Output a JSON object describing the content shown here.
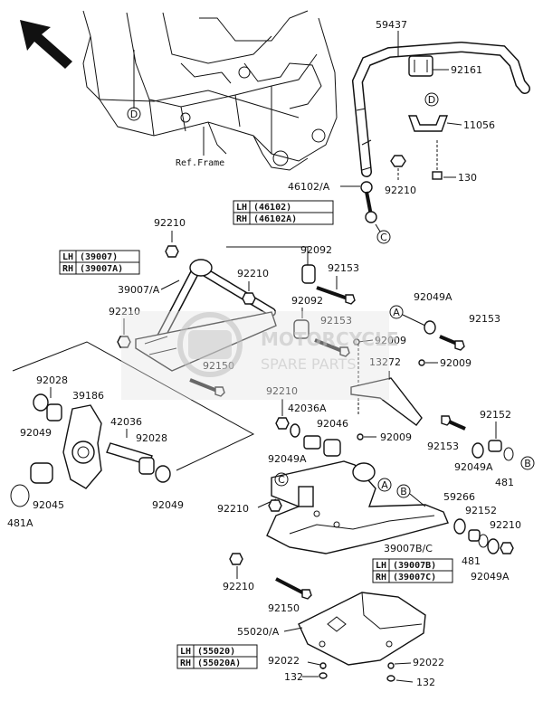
{
  "parts": {
    "p59437": "59437",
    "p92161": "92161",
    "p11056": "11056",
    "p130": "130",
    "p92210_a": "92210",
    "p46102A": "46102/A",
    "p92210_b": "92210",
    "p39007A": "39007/A",
    "p92210_c": "92210",
    "p92092_a": "92092",
    "p92153_a": "92153",
    "p92210_d": "92210",
    "p92092_b": "92092",
    "p92153_b": "92153",
    "p92049A_a": "92049A",
    "p92153_c": "92153",
    "p92009_a": "92009",
    "p92009_b": "92009",
    "p13272": "13272",
    "p92150_a": "92150",
    "p92028_a": "92028",
    "p39186": "39186",
    "p92049_a": "92049",
    "p42036": "42036",
    "p92028_b": "92028",
    "p92049_b": "92049",
    "p92045": "92045",
    "p481A": "481A",
    "p92210_e": "92210",
    "p42036A": "42036A",
    "p92046": "92046",
    "p92049A_b": "92049A",
    "p92009_c": "92009",
    "p92153_d": "92153",
    "p92152_a": "92152",
    "p92049A_c": "92049A",
    "p481": "481",
    "p59266": "59266",
    "p92152_b": "92152",
    "p92210_f": "92210",
    "p39007BC": "39007B/C",
    "p481_b": "481",
    "p92049A_d": "92049A",
    "p92210_g": "92210",
    "p92210_h": "92210",
    "p92150_b": "92150",
    "p55020A": "55020/A",
    "p92022_a": "92022",
    "p92022_b": "92022",
    "p132_a": "132",
    "p132_b": "132"
  },
  "ref_frame": "Ref.Frame",
  "callouts": {
    "c1": "D",
    "c2": "D",
    "c3": "C",
    "c4": "A",
    "c5": "B",
    "c6": "C",
    "c7": "A",
    "c8": "B"
  },
  "tables": {
    "t1": {
      "lh": "LH",
      "lh_val": "(46102)",
      "rh": "RH",
      "rh_val": "(46102A)"
    },
    "t2": {
      "lh": "LH",
      "lh_val": "(39007)",
      "rh": "RH",
      "rh_val": "(39007A)"
    },
    "t3": {
      "lh": "LH",
      "lh_val": "(39007B)",
      "rh": "RH",
      "rh_val": "(39007C)"
    },
    "t4": {
      "lh": "LH",
      "lh_val": "(55020)",
      "rh": "RH",
      "rh_val": "(55020A)"
    }
  },
  "watermark": {
    "line1": "MOTORCYCLE",
    "line2": "SPARE PARTS"
  }
}
